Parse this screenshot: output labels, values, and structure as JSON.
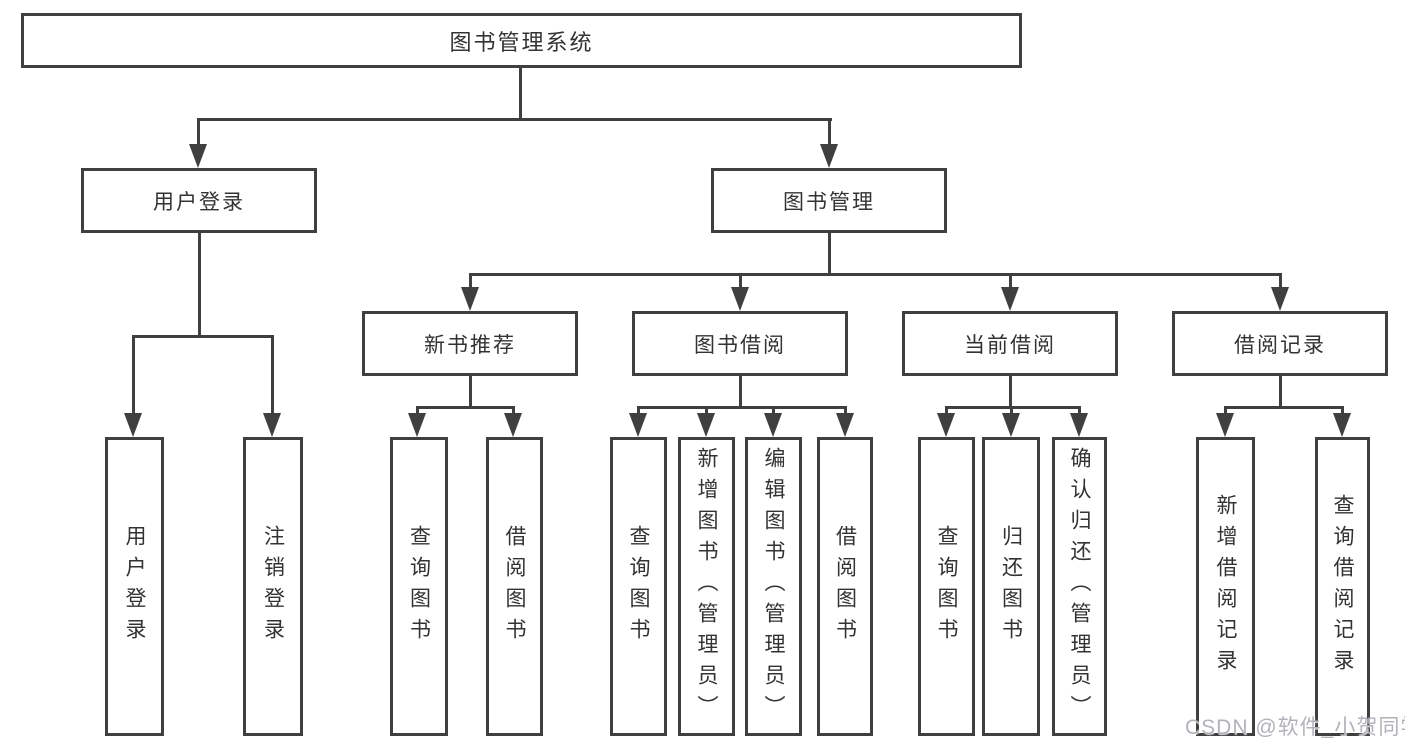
{
  "diagram": {
    "root": "图书管理系统",
    "level2": {
      "user_login": "用户登录",
      "book_mgmt": "图书管理"
    },
    "level3": {
      "new_book_rec": "新书推荐",
      "book_borrow": "图书借阅",
      "current_borrow": "当前借阅",
      "borrow_records": "借阅记录"
    },
    "leaves": [
      "用户登录",
      "注销登录",
      "查询图书",
      "借阅图书",
      "查询图书",
      "新增图书（管理员）",
      "编辑图书（管理员）",
      "借阅图书",
      "查询图书",
      "归还图书",
      "确认归还（管理员）",
      "新增借阅记录",
      "查询借阅记录"
    ]
  },
  "watermark": {
    "text": "CSDN @软件_小贺同学"
  },
  "colors": {
    "line": "#3f3f3f",
    "text": "#333333",
    "watermark": "#b2b2ba",
    "background": "#ffffff"
  }
}
